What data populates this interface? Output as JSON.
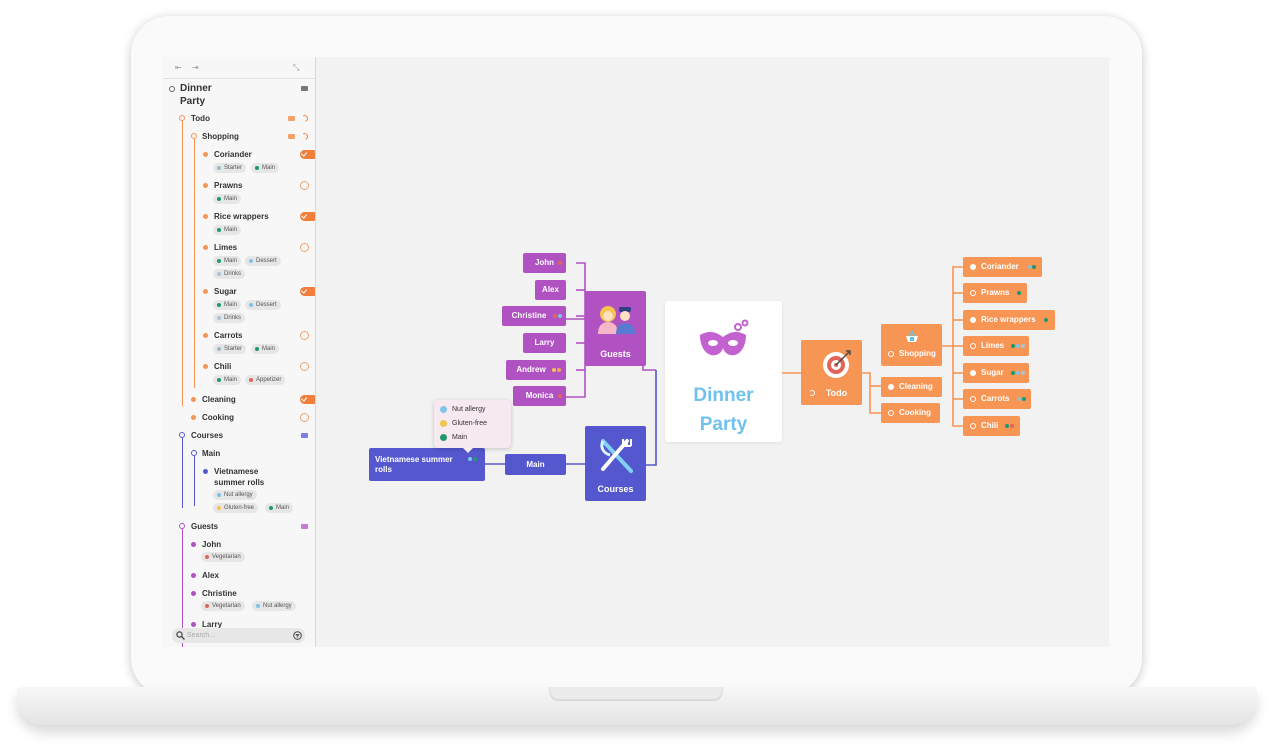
{
  "sidebar": {
    "toolbar": {
      "collapse_glyph": "⇤",
      "expand_glyph": "⇥",
      "fullscreen_glyph": "⤡"
    },
    "root": {
      "label": "Dinner Party"
    },
    "todo": {
      "label": "Todo"
    },
    "shopping": {
      "label": "Shopping"
    },
    "items": [
      {
        "label": "Coriander",
        "done": true,
        "tags": [
          "Starter",
          "Main"
        ]
      },
      {
        "label": "Prawns",
        "done": false,
        "tags": [
          "Main"
        ]
      },
      {
        "label": "Rice wrappers",
        "done": true,
        "tags": [
          "Main"
        ]
      },
      {
        "label": "Limes",
        "done": false,
        "tags": [
          "Main",
          "Dessert",
          "Drinks"
        ]
      },
      {
        "label": "Sugar",
        "done": true,
        "tags": [
          "Main",
          "Dessert",
          "Drinks"
        ]
      },
      {
        "label": "Carrots",
        "done": false,
        "tags": [
          "Starter",
          "Main"
        ]
      },
      {
        "label": "Chili",
        "done": false,
        "tags": [
          "Main",
          "Appetizer"
        ]
      }
    ],
    "cleaning": {
      "label": "Cleaning",
      "done": true
    },
    "cooking": {
      "label": "Cooking",
      "done": false
    },
    "courses": {
      "label": "Courses"
    },
    "main": {
      "label": "Main"
    },
    "dish": {
      "label": "Vietnamese summer rolls",
      "line1": "Vietnamese",
      "line2": "summer rolls",
      "tags": [
        "Nut allergy",
        "Gluten-free",
        "Main"
      ]
    },
    "guests": {
      "label": "Guests"
    },
    "guest_list": [
      {
        "label": "John",
        "tags": [
          "Vegetarian"
        ]
      },
      {
        "label": "Alex",
        "tags": []
      },
      {
        "label": "Christine",
        "tags": [
          "Vegetarian",
          "Nut allergy"
        ]
      },
      {
        "label": "Larry",
        "tags": []
      }
    ],
    "search": {
      "placeholder": "Search..."
    }
  },
  "tag_colors": {
    "Starter": "#9bb9c6",
    "Main": "#1e9a6e",
    "Dessert": "#7fc3ea",
    "Drinks": "#a9c5cf",
    "Appetizer": "#e0665a",
    "Vegetarian": "#e0665a",
    "Nut allergy": "#7fc3ea",
    "Gluten-free": "#f4c44c"
  },
  "colors": {
    "todo": "#f79554",
    "guests": "#b052c2",
    "courses": "#5557cf",
    "title": "#6ec2ec"
  },
  "map": {
    "central": {
      "line1": "Dinner",
      "line2": "Party",
      "icon": "mask-icon"
    },
    "guests": {
      "label": "Guests",
      "icon": "people-icon",
      "members": [
        "John",
        "Alex",
        "Christine",
        "Larry",
        "Andrew",
        "Monica"
      ]
    },
    "courses": {
      "label": "Courses",
      "icon": "cutlery-icon",
      "main": "Main",
      "dish_line1": "Vietnamese summer",
      "dish_line2": "rolls"
    },
    "todo": {
      "label": "Todo",
      "icon": "target-icon",
      "branches": [
        "Shopping",
        "Cleaning",
        "Cooking"
      ],
      "shopping_items": [
        "Coriander",
        "Prawns",
        "Rice wrappers",
        "Limes",
        "Sugar",
        "Carrots",
        "Chili"
      ]
    },
    "popup": {
      "items": [
        "Nut allergy",
        "Gluten-free",
        "Main"
      ]
    }
  }
}
